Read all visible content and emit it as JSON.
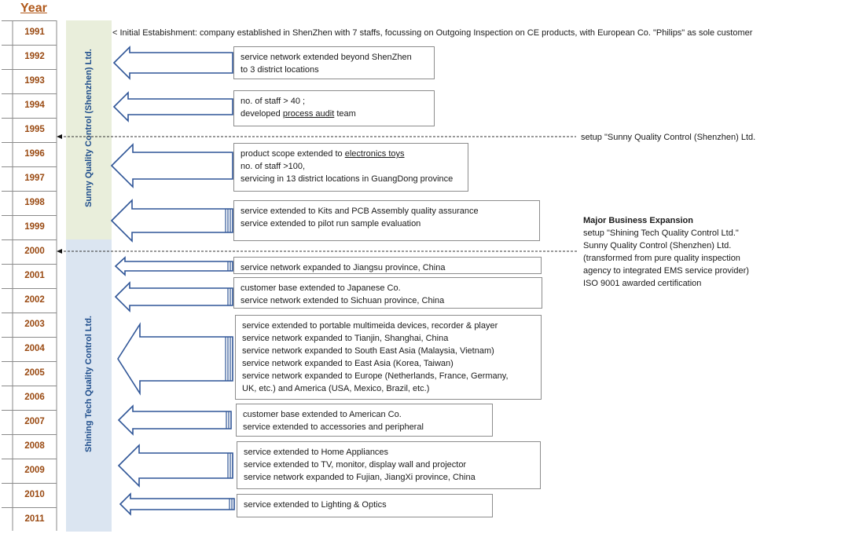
{
  "header": {
    "year_label": "Year"
  },
  "years": [
    "1991",
    "1992",
    "1993",
    "1994",
    "1995",
    "1996",
    "1997",
    "1998",
    "1999",
    "2000",
    "2001",
    "2002",
    "2003",
    "2004",
    "2005",
    "2006",
    "2007",
    "2008",
    "2009",
    "2010",
    "2011"
  ],
  "bands": [
    {
      "label": "Sunny Quality Control (Shenzhen) Ltd.",
      "color": "#e9eedb"
    },
    {
      "label": "Shining Tech Quality Control Ltd.",
      "color": "#dbe5f1"
    }
  ],
  "initial_text": "< Initial Estabishment: company established in ShenZhen with 7 staffs, focussing on Outgoing Inspection  on  CE products, with European Co. \"Philips\" as sole customer",
  "events": [
    {
      "lines": [
        [
          {
            "t": "service network extended beyond ShenZhen"
          }
        ],
        [
          {
            "t": "to 3 district locations"
          }
        ]
      ]
    },
    {
      "lines": [
        [
          {
            "t": "no. of staff  > 40 ;"
          }
        ],
        [
          {
            "t": "developed "
          },
          {
            "t": "process  audit",
            "u": true
          },
          {
            "t": " team"
          }
        ]
      ]
    },
    {
      "lines": [
        [
          {
            "t": "product scope extended  to "
          },
          {
            "t": "electronics toys",
            "u": true
          }
        ],
        [
          {
            "t": "no. of staff >100,"
          }
        ],
        [
          {
            "t": "servicing in 13 district locations in GuangDong province"
          }
        ]
      ]
    },
    {
      "lines": [
        [
          {
            "t": "service extended to Kits and PCB Assembly quality assurance"
          }
        ],
        [
          {
            "t": "service extended to pilot run sample evaluation"
          }
        ]
      ]
    },
    {
      "lines": [
        [
          {
            "t": "service network expanded to Jiangsu province, China"
          }
        ]
      ]
    },
    {
      "lines": [
        [
          {
            "t": "customer base extended to Japanese Co."
          }
        ],
        [
          {
            "t": "service network extended to  Sichuan province, China"
          }
        ]
      ]
    },
    {
      "lines": [
        [
          {
            "t": "service extended to portable multimeida devices, recorder & player"
          }
        ],
        [
          {
            "t": "service network expanded to Tianjin, Shanghai, China"
          }
        ],
        [
          {
            "t": "service network expanded to South East Asia (Malaysia, Vietnam)"
          }
        ],
        [
          {
            "t": "service network expanded to East Asia (Korea, Taiwan)"
          }
        ],
        [
          {
            "t": "service network expanded to Europe (Netherlands, France, Germany,"
          }
        ],
        [
          {
            "t": "UK, etc.) and America (USA,  Mexico, Brazil, etc.)"
          }
        ]
      ]
    },
    {
      "lines": [
        [
          {
            "t": "customer base extended to American Co."
          }
        ],
        [
          {
            "t": "service extended to accessories and peripheral"
          }
        ]
      ]
    },
    {
      "lines": [
        [
          {
            "t": "service extended to Home Appliances"
          }
        ],
        [
          {
            "t": "service extended to TV, monitor, display wall  and projector"
          }
        ],
        [
          {
            "t": "service network expanded to Fujian, JiangXi province, China"
          }
        ]
      ]
    },
    {
      "lines": [
        [
          {
            "t": "service extended to Lighting & Optics"
          }
        ]
      ]
    }
  ],
  "setup_1995": "setup \"Sunny Quality Control (Shenzhen) Ltd.",
  "expansion": {
    "title": "Major Business Expansion",
    "lines": [
      "setup \"Shining Tech Quality Control Ltd.\"",
      "Sunny Quality Control (Shenzhen) Ltd.",
      "(transformed from pure quality inspection",
      "agency to  integrated EMS service provider)",
      "ISO 9001 awarded certification"
    ]
  }
}
